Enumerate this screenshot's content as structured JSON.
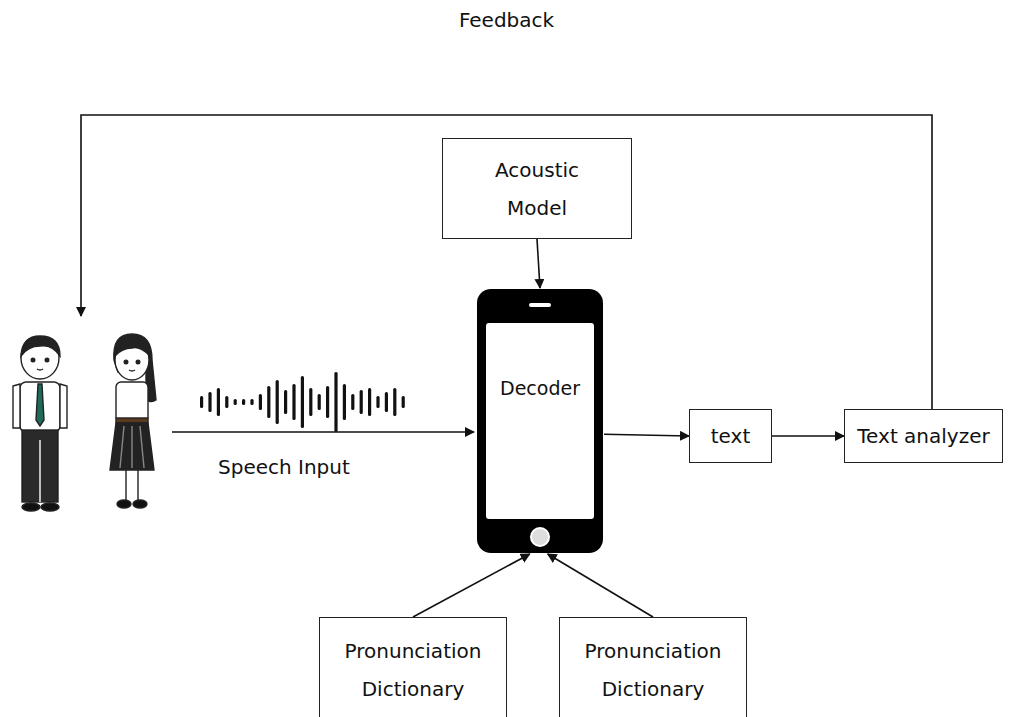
{
  "diagram": {
    "title": "Feedback",
    "nodes": [
      {
        "text": [
          "Acoustic Model"
        ]
      },
      {
        "text": [
          "Decoder"
        ]
      },
      {
        "text": [
          "text"
        ]
      },
      {
        "text": [
          "Text analyzer"
        ]
      },
      {
        "text": [
          "Pronunciation Dictionary"
        ]
      },
      {
        "text": [
          "Pronunciation Dictionary"
        ]
      }
    ],
    "edges": [
      {
        "from": 0,
        "to": 1,
        "arrow": "to"
      },
      {
        "from": 1,
        "to": 2,
        "arrow": "to"
      },
      {
        "from": 2,
        "to": 3,
        "arrow": "to"
      },
      {
        "from": 4,
        "to": 1,
        "arrow": "to"
      },
      {
        "from": 5,
        "to": 1,
        "arrow": "to"
      }
    ],
    "labels": [
      "Speech Input"
    ]
  }
}
